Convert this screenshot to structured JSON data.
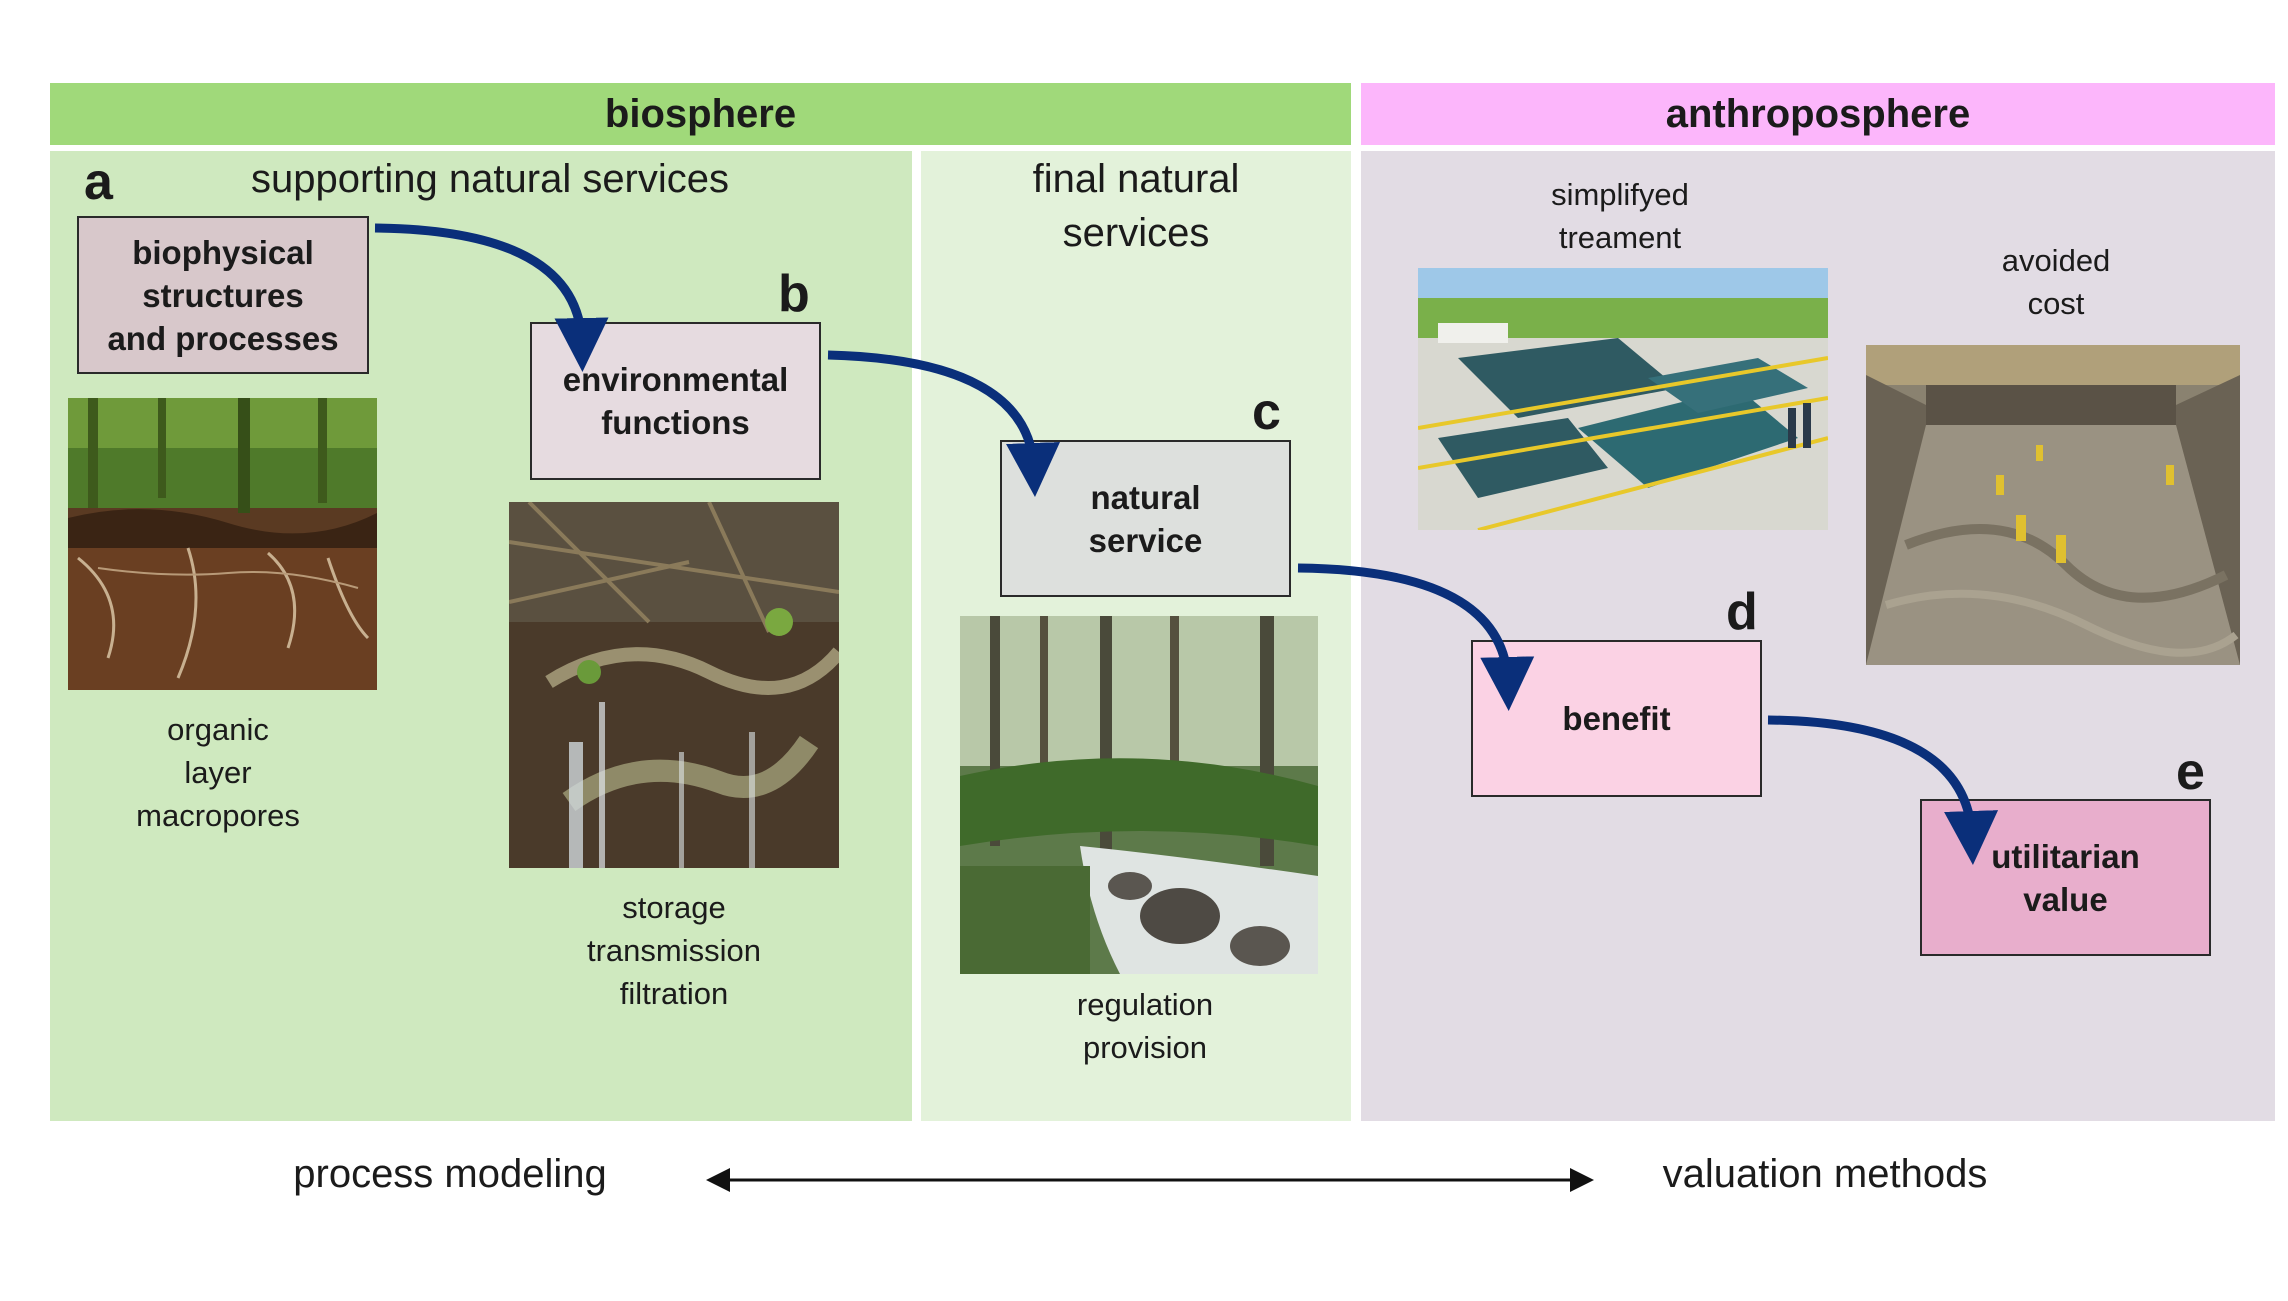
{
  "headers": {
    "biosphere": "biosphere",
    "anthroposphere": "anthroposphere"
  },
  "columns": {
    "supporting_title": "supporting natural services",
    "final_title": "final natural\nservices"
  },
  "panels": {
    "a": {
      "letter": "a",
      "box_label": "biophysical\nstructures\nand processes",
      "caption": "organic\nlayer\nmacropores"
    },
    "b": {
      "letter": "b",
      "box_label": "environmental\nfunctions",
      "caption": "storage\ntransmission\nfiltration"
    },
    "c": {
      "letter": "c",
      "box_label": "natural\nservice",
      "caption": "regulation\nprovision"
    },
    "d": {
      "letter": "d",
      "box_label": "benefit"
    },
    "e": {
      "letter": "e",
      "box_label": "utilitarian\nvalue"
    }
  },
  "anthro_captions": {
    "treatment": "simplifyed\ntreament",
    "avoided": "avoided\ncost"
  },
  "footer": {
    "left": "process modeling",
    "right": "valuation methods"
  },
  "colors": {
    "biosphere_header": "#a0d97a",
    "anthroposphere_header": "#fcb6fb",
    "supporting_bg": "#cfe9bf",
    "final_bg": "#e3f2da",
    "anthro_bg": "#e2dce4",
    "arrow": "#0a2f7a"
  },
  "icons": {
    "flow_arrows": "curved-arrow-icon",
    "footer_arrow": "double-headed-arrow-icon"
  }
}
